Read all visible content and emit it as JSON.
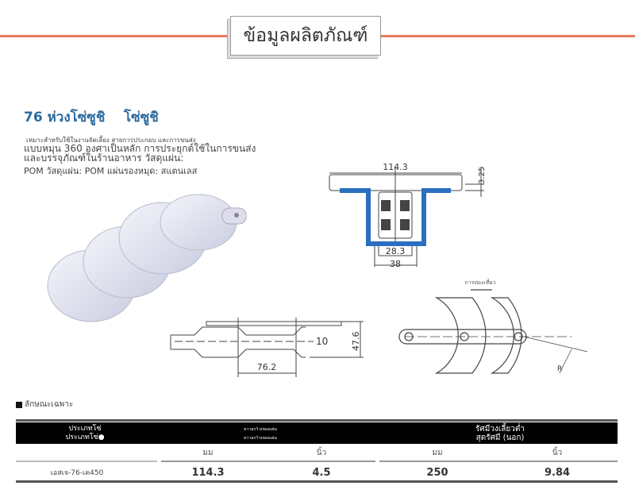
{
  "header": {
    "title": "ข้อมูลผลิตภัณฑ์"
  },
  "product": {
    "title": "76 ห่วงโซ่ซูชิ    โซ่ซูชิ",
    "desc_small": "เหมาะสำหรับใช้ในงานจัดเลี้ยง สายการประกอบ และการขนส่ง",
    "desc_main": "แบบหมุน 360 องศาเป็นหลัก การประยุกต์ใช้ในการขนส่งและบรรจุภัณฑ์ในร้านอาหาร วัสดุแผ่น:",
    "desc_material": "POM วัสดุแผ่น: POM แผ่นรองหมุด: สแตนเลส"
  },
  "drawings": {
    "front": {
      "width": "114.3",
      "thickness": "3.25",
      "inner": "28.3",
      "outer": "38"
    },
    "side": {
      "pin": "10",
      "height": "47.6",
      "pitch": "76.2"
    },
    "top": {
      "direction": "การท่องเที่ยว",
      "radius": "R"
    }
  },
  "colors": {
    "accent": "#e57a5c",
    "title": "#2c6aa0",
    "channel": "#2a6fc0"
  },
  "specs": {
    "label": "ลักษณะเฉพาะ",
    "headers": [
      {
        "line1": "ประเภทโซ่",
        "line2": "ประเภทโซ่●"
      },
      {
        "line1": "ความกว้างของแผ่น",
        "line2": "ความกว้างของแผ่น"
      },
      {
        "line1": "รัศมีวงเลี้ยวต่ำ",
        "line2": "สุดรัศมี (นอก)"
      }
    ],
    "units": [
      "มม",
      "นิ้ว",
      "มม",
      "นิ้ว"
    ],
    "rows": [
      {
        "type": "เอสเจ-76-เค450",
        "width_mm": "114.3",
        "width_in": "4.5",
        "radius_mm": "250",
        "radius_in": "9.84"
      }
    ]
  }
}
